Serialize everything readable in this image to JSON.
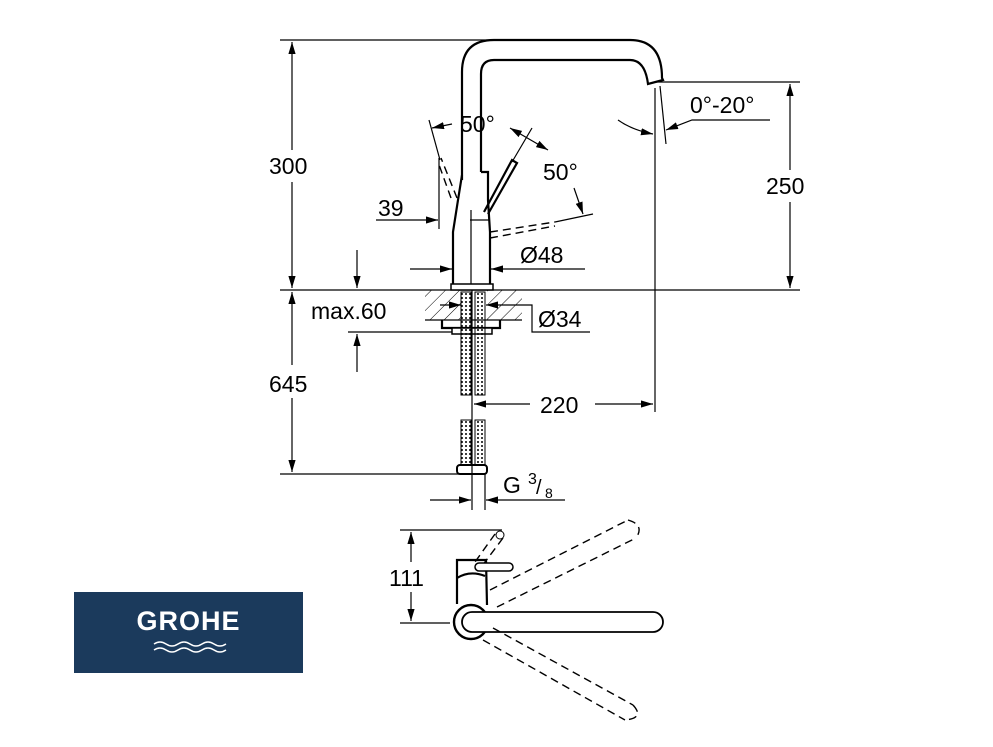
{
  "drawing": {
    "dimensions": {
      "total_height": "300",
      "spout_height": "250",
      "spout_angle": "0°-20°",
      "lever_angle_back": "50°",
      "lever_angle_side": "50°",
      "lever_offset": "39",
      "body_diameter": "Ø48",
      "deck_thickness": "max.60",
      "hole_diameter": "Ø34",
      "hose_length": "645",
      "spout_reach": "220",
      "connection": "G",
      "connection_num": "3",
      "connection_den": "8",
      "top_view_height": "111"
    }
  },
  "logo": {
    "brand": "GROHE",
    "color": "#1b3a5c"
  }
}
